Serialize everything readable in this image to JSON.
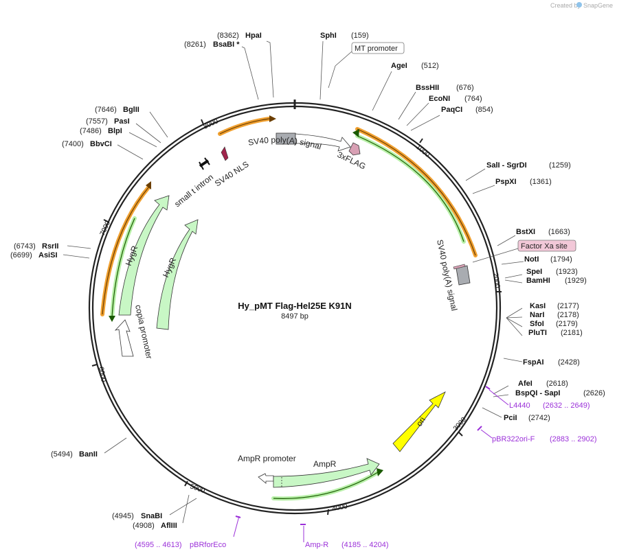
{
  "credit": "Created by",
  "brand": "SnapGene",
  "plasmid": {
    "name": "Hy_pMT Flag-Hel25E K91N",
    "length": "8497 bp"
  },
  "ticks": [
    "1000",
    "2000",
    "3000",
    "4000",
    "5000",
    "6000",
    "7000",
    "8000"
  ],
  "sites": [
    {
      "pos": "(8362)",
      "name": "HpaI"
    },
    {
      "pos": "(8261)",
      "name": "BsaBI *"
    },
    {
      "name": "SphI",
      "pos": "(159)"
    },
    {
      "name": "AgeI",
      "pos": "(512)"
    },
    {
      "name": "BssHII",
      "pos": "(676)"
    },
    {
      "name": "EcoNI",
      "pos": "(764)"
    },
    {
      "name": "PaqCI",
      "pos": "(854)"
    },
    {
      "name": "SalI  - SgrDI",
      "pos": "(1259)"
    },
    {
      "name": "PspXI",
      "pos": "(1361)"
    },
    {
      "name": "BstXI",
      "pos": "(1663)"
    },
    {
      "name": "NotI",
      "pos": "(1794)"
    },
    {
      "name": "SpeI",
      "pos": "(1923)"
    },
    {
      "name": "BamHI",
      "pos": "(1929)"
    },
    {
      "name": "KasI",
      "pos": "(2177)"
    },
    {
      "name": "NarI",
      "pos": "(2178)"
    },
    {
      "name": "SfoI",
      "pos": "(2179)"
    },
    {
      "name": "PluTI",
      "pos": "(2181)"
    },
    {
      "name": "FspAI",
      "pos": "(2428)"
    },
    {
      "name": "AfeI",
      "pos": "(2618)"
    },
    {
      "name": "BspQI  - SapI",
      "pos": "(2626)"
    },
    {
      "name": "PciI",
      "pos": "(2742)"
    },
    {
      "pos": "(7646)",
      "name": "BglII"
    },
    {
      "pos": "(7557)",
      "name": "PasI"
    },
    {
      "pos": "(7486)",
      "name": "BlpI"
    },
    {
      "pos": "(7400)",
      "name": "BbvCI"
    },
    {
      "pos": "(6743)",
      "name": "RsrII"
    },
    {
      "pos": "(6699)",
      "name": "AsiSI"
    },
    {
      "pos": "(5494)",
      "name": "BanII"
    },
    {
      "pos": "(4945)",
      "name": "SnaBI"
    },
    {
      "pos": "(4908)",
      "name": "AflIII"
    }
  ],
  "primers": [
    {
      "name": "L4440",
      "range": "(2632 .. 2649)"
    },
    {
      "name": "pBR322ori-F",
      "range": "(2883 .. 2902)"
    },
    {
      "name": "Amp-R",
      "range": "(4185 .. 4204)"
    },
    {
      "range": "(4595 .. 4613)",
      "name": "pBRforEco"
    }
  ],
  "boxed": {
    "mt_promoter": "MT promoter",
    "factor_xa": "Factor Xa site"
  },
  "features": {
    "sv40_polyA_top": "SV40 poly(A) signal",
    "flag": "3xFLAG",
    "sv40_nls": "SV40 NLS",
    "small_t_intron": "small t intron",
    "sv40_polyA_right": "SV40 poly(A) signal",
    "hygr_1": "HygR",
    "hygr_2": "HygR",
    "copia": "copia promoter",
    "ori": "ori",
    "ampr_promoter": "AmpR promoter",
    "ampr": "AmpR"
  },
  "colors": {
    "backbone": "#222222",
    "orange": "#f0a030",
    "green_arrow": "#c8f7c5",
    "yellow": "#ffff00",
    "pink": "#d8a0b4",
    "primer": "#9b30d9",
    "gray": "#a9acb1"
  }
}
